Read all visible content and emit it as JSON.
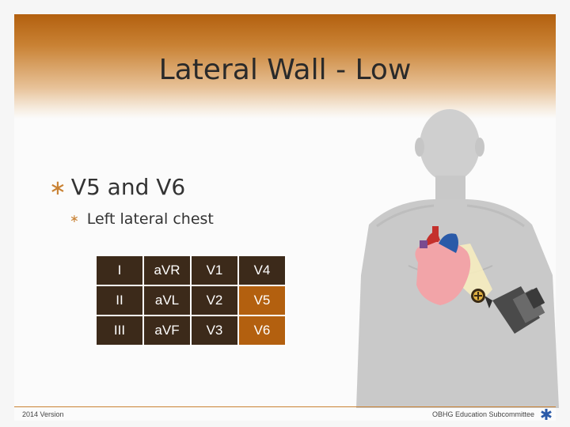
{
  "slide": {
    "title": "Lateral Wall - Low",
    "bullet_main": "V5 and V6",
    "bullet_sub": "Left lateral chest"
  },
  "lead_table": {
    "rows": [
      [
        "I",
        "aVR",
        "V1",
        "V4"
      ],
      [
        "II",
        "aVL",
        "V2",
        "V5"
      ],
      [
        "III",
        "aVF",
        "V3",
        "V6"
      ]
    ],
    "highlighted": [
      "V5",
      "V6"
    ],
    "cell_color": "#3c2a1a",
    "highlight_color": "#b3600f"
  },
  "footer": {
    "left": "2014 Version",
    "right": "OBHG Education Subcommittee"
  },
  "icons": {
    "bullet": "asterisk-bullet-icon",
    "logo": "star-of-life-icon",
    "figure": "torso-heart-camera-illustration"
  },
  "colors": {
    "accent": "#c98234",
    "title_band_top": "#b3600f"
  }
}
